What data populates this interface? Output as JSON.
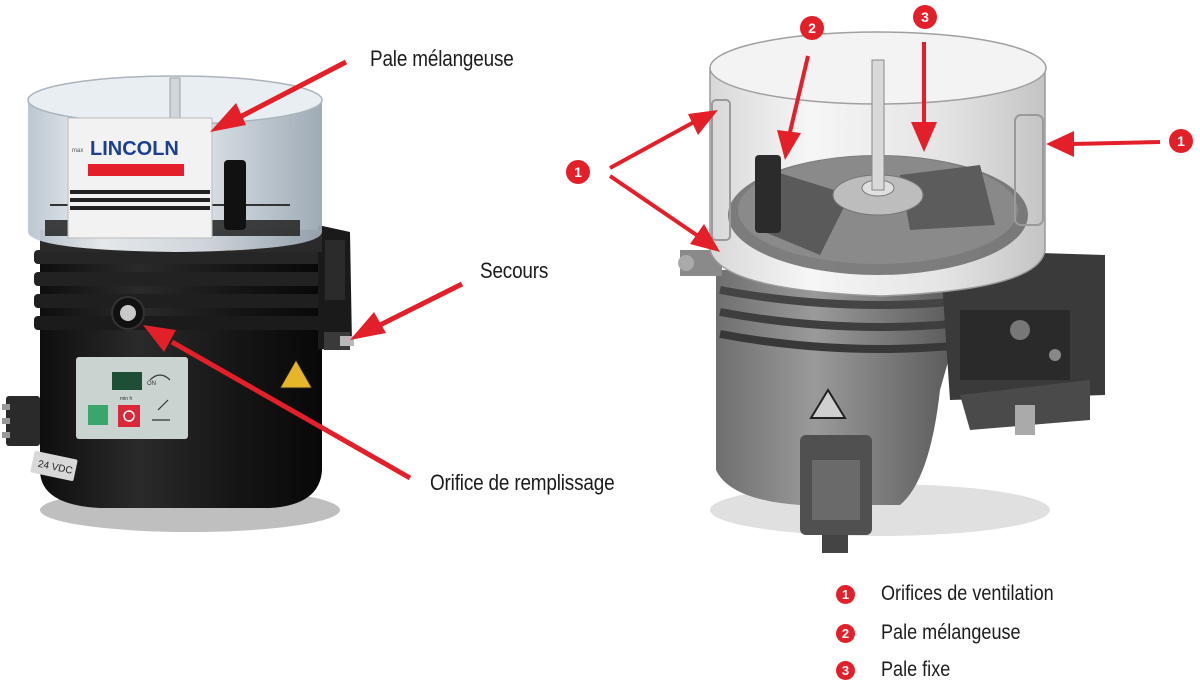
{
  "left_figure": {
    "brand_logo": "LINCOLN",
    "logo_small_text": "max",
    "voltage_label": "24 VDC",
    "panel_on_text": "ON",
    "panel_mode_text": "min  h",
    "labels": {
      "pale_melangeuse": "Pale mélangeuse",
      "secours": "Secours",
      "orifice_remplissage": "Orifice de remplissage"
    }
  },
  "right_figure": {
    "callouts": {
      "left": "1",
      "right": "1",
      "top_2": "2",
      "top_3": "3"
    }
  },
  "legend": [
    {
      "number": "1",
      "text": "Orifices de ventilation"
    },
    {
      "number": "2",
      "text": "Pale mélangeuse"
    },
    {
      "number": "3",
      "text": "Pale fixe"
    }
  ],
  "colors": {
    "arrow_red": "#e3202a",
    "logo_red": "#e3202a",
    "logo_blue": "#1d3f8f",
    "body_dark": "#1a1a1a",
    "text": "#1c1c1c"
  }
}
